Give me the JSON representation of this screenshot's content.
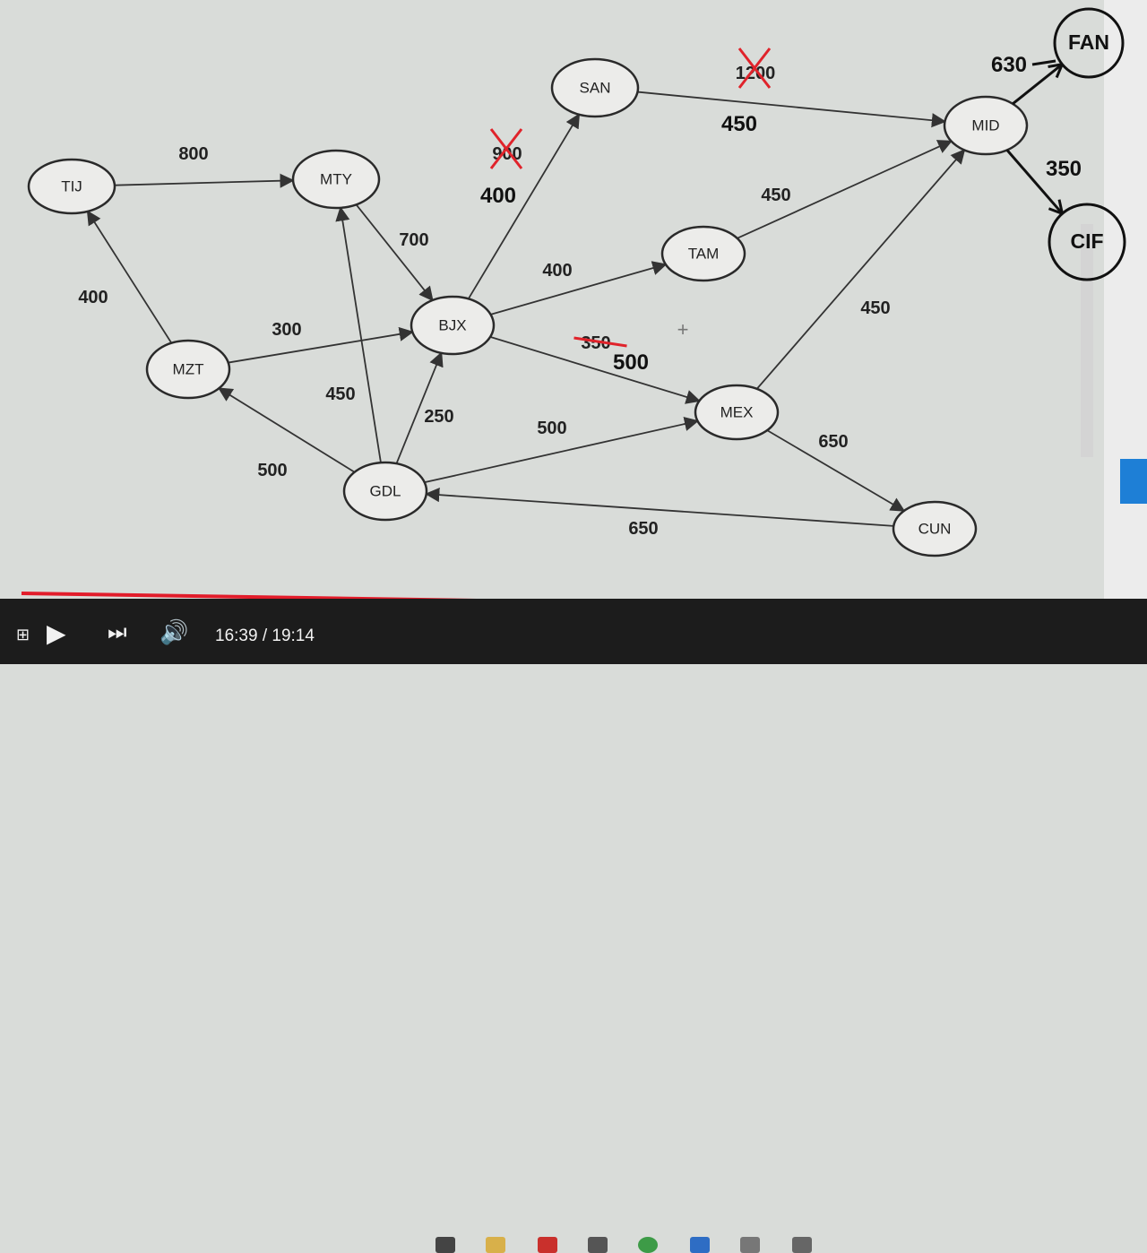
{
  "graph": {
    "nodes": [
      {
        "id": "TIJ",
        "label": "TIJ"
      },
      {
        "id": "MTY",
        "label": "MTY"
      },
      {
        "id": "SAN",
        "label": "SAN"
      },
      {
        "id": "MID",
        "label": "MID"
      },
      {
        "id": "TAM",
        "label": "TAM"
      },
      {
        "id": "BJX",
        "label": "BJX"
      },
      {
        "id": "MZT",
        "label": "MZT"
      },
      {
        "id": "MEX",
        "label": "MEX"
      },
      {
        "id": "GDL",
        "label": "GDL"
      },
      {
        "id": "CUN",
        "label": "CUN"
      }
    ],
    "edges": [
      {
        "from": "TIJ",
        "to": "MTY",
        "weight": "800"
      },
      {
        "from": "MZT",
        "to": "TIJ",
        "weight": "400"
      },
      {
        "from": "MTY",
        "to": "BJX",
        "weight": "700"
      },
      {
        "from": "MZT",
        "to": "BJX",
        "weight": "300"
      },
      {
        "from": "GDL",
        "to": "MTY",
        "weight": "450"
      },
      {
        "from": "GDL",
        "to": "MZT",
        "weight": "500"
      },
      {
        "from": "GDL",
        "to": "BJX",
        "weight": "250"
      },
      {
        "from": "BJX",
        "to": "SAN",
        "weight": "900",
        "struck": true,
        "corrected": "400"
      },
      {
        "from": "SAN",
        "to": "MID",
        "weight": "1200",
        "struck": true,
        "corrected": "450"
      },
      {
        "from": "BJX",
        "to": "TAM",
        "weight": "400"
      },
      {
        "from": "TAM",
        "to": "MID",
        "weight": "450"
      },
      {
        "from": "BJX",
        "to": "MEX",
        "weight": "350",
        "struck": true,
        "corrected": "500"
      },
      {
        "from": "GDL",
        "to": "MEX",
        "weight": "500"
      },
      {
        "from": "MEX",
        "to": "MID",
        "weight": "450"
      },
      {
        "from": "MEX",
        "to": "CUN",
        "weight": "650"
      },
      {
        "from": "CUN",
        "to": "GDL",
        "weight": "650"
      }
    ],
    "handwritten": {
      "nodes": [
        {
          "id": "FAN",
          "label": "FAN"
        },
        {
          "id": "CIF",
          "label": "CIF"
        }
      ],
      "edges": [
        {
          "from": "MID",
          "to": "FAN",
          "weight": "630"
        },
        {
          "from": "MID",
          "to": "CIF",
          "weight": "350"
        }
      ]
    }
  },
  "player": {
    "time": "16:39 / 19:14",
    "icons": [
      "play-icon",
      "next-icon",
      "volume-icon"
    ]
  },
  "colors": {
    "correction": "#e0232b",
    "progress": "#e21c2a",
    "ink": "#111111"
  }
}
